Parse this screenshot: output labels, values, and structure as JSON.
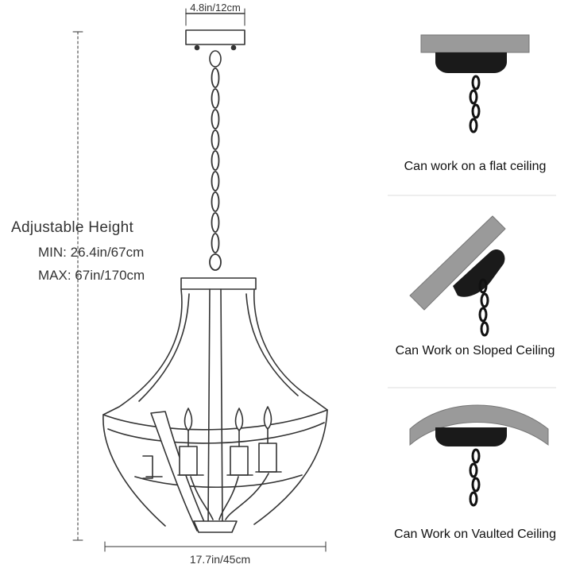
{
  "dimensions": {
    "canopy_width": "4.8in/12cm",
    "body_width": "17.7in/45cm"
  },
  "height": {
    "title": "Adjustable Height",
    "min_label": "MIN:",
    "min_value": "26.4in/67cm",
    "max_label": "MAX:",
    "max_value": "67in/170cm"
  },
  "mounts": [
    {
      "caption": "Can work on a flat ceiling",
      "icon": "flat-ceiling-mount-icon"
    },
    {
      "caption": "Can Work on Sloped Ceiling",
      "icon": "sloped-ceiling-mount-icon"
    },
    {
      "caption": "Can Work on Vaulted Ceiling",
      "icon": "vaulted-ceiling-mount-icon"
    }
  ],
  "colors": {
    "line": "#333333",
    "ceiling": "#9a9a9a",
    "canopy": "#1a1a1a",
    "divider": "#cccccc"
  }
}
